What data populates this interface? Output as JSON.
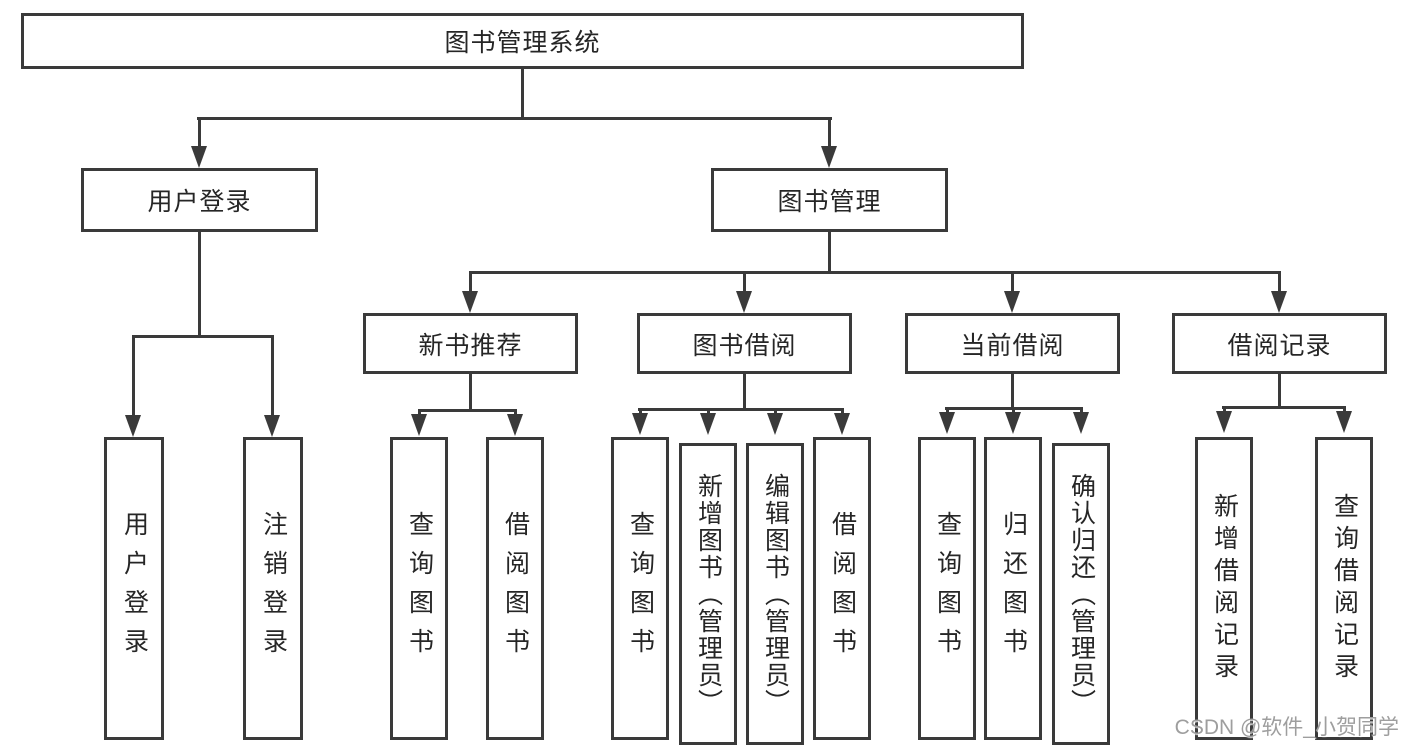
{
  "nodes": {
    "root": {
      "label": "图书管理系统"
    },
    "login": {
      "label": "用户登录",
      "children": [
        "用户登录",
        "注销登录"
      ]
    },
    "manage": {
      "label": "图书管理"
    },
    "recommend": {
      "label": "新书推荐",
      "children": [
        "查询图书",
        "借阅图书"
      ]
    },
    "borrow": {
      "label": "图书借阅",
      "children": [
        "查询图书",
        "新增图书（管理员）",
        "编辑图书（管理员）",
        "借阅图书"
      ]
    },
    "current": {
      "label": "当前借阅",
      "children": [
        "查询图书",
        "归还图书",
        "确认归还（管理员）"
      ]
    },
    "records": {
      "label": "借阅记录",
      "children": [
        "新增借阅记录",
        "查询借阅记录"
      ]
    }
  },
  "watermark": {
    "text": "CSDN @软件_小贺同学"
  },
  "colors": {
    "line": "#3a3a3a",
    "text": "#262626",
    "watermark": "#9e9e9e",
    "background": "#ffffff"
  }
}
